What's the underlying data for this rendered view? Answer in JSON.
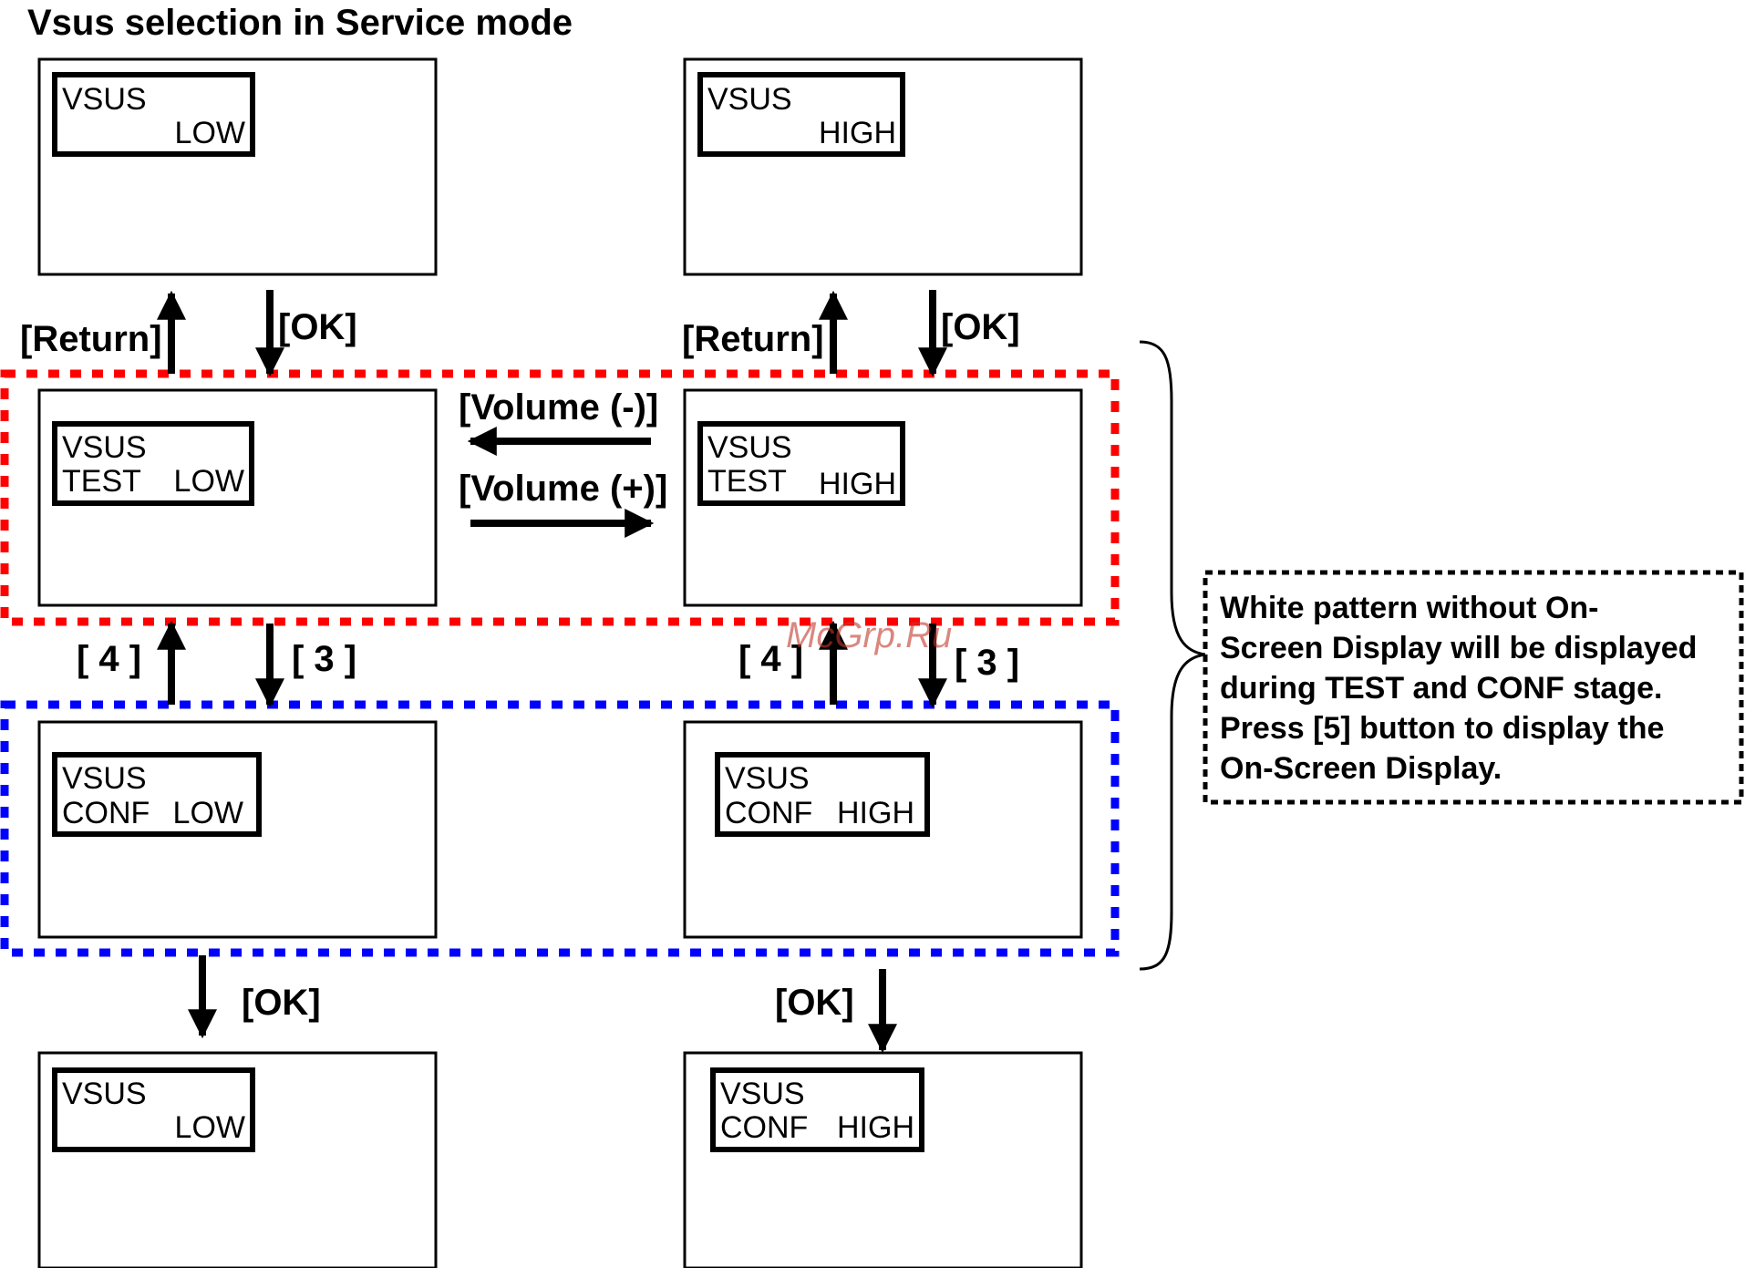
{
  "title": "Vsus selection in Service mode",
  "screens": {
    "low_top": {
      "line1": "VSUS",
      "line2_left": "",
      "line2_right": "LOW"
    },
    "high_top": {
      "line1": "VSUS",
      "line2_left": "",
      "line2_right": "HIGH"
    },
    "low_test": {
      "line1": "VSUS",
      "line2_left": "TEST",
      "line2_right": "LOW"
    },
    "high_test": {
      "line1": "VSUS",
      "line2_left": "TEST",
      "line2_right": "HIGH"
    },
    "low_conf": {
      "line1": "VSUS",
      "line2_left": "CONF",
      "line2_right": "LOW"
    },
    "high_conf": {
      "line1": "VSUS",
      "line2_left": "CONF",
      "line2_right": "HIGH"
    },
    "low_bottom": {
      "line1": "VSUS",
      "line2_left": "",
      "line2_right": "LOW"
    },
    "high_bottom": {
      "line1": "VSUS",
      "line2_left": "CONF",
      "line2_right": "HIGH"
    }
  },
  "labels": {
    "return_left": "[Return]",
    "ok_left_top": "[OK]",
    "return_right": "[Return]",
    "ok_right_top": "[OK]",
    "volume_minus": "[Volume (-)]",
    "volume_plus": "[Volume (+)]",
    "key4_left": "[ 4 ]",
    "key3_left": "[ 3 ]",
    "key4_right": "[ 4 ]",
    "key3_right": "[ 3 ]",
    "ok_left_bottom": "[OK]",
    "ok_right_bottom": "[OK]"
  },
  "note": {
    "lines": [
      "White pattern without On-",
      "Screen Display will be displayed",
      "during TEST and CONF stage.",
      "Press [5] button to display the",
      "On-Screen Display."
    ]
  },
  "watermark": "McGrp.Ru",
  "colors": {
    "test_stage_border": "#ff0000",
    "conf_stage_border": "#0000ff",
    "ink": "#000000"
  }
}
